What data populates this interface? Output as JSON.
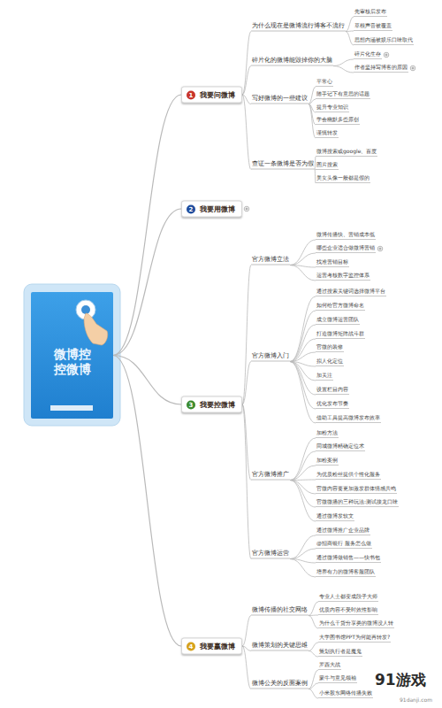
{
  "diagram": {
    "nodes": [
      {
        "text": [
          "微博控 控微博"
        ]
      },
      {
        "text": [
          "1",
          "我要问微博"
        ]
      },
      {
        "text": [
          "为什么现在是微博流行博客不流行"
        ]
      },
      {
        "text": [
          "先审核后发布"
        ]
      },
      {
        "text": [
          "草根声音被覆盖"
        ]
      },
      {
        "text": [
          "思想内涵被娱乐口味取代"
        ]
      },
      {
        "text": [
          "碎片化的微博能毁掉你的大脑"
        ]
      },
      {
        "text": [
          "碎片化生存"
        ]
      },
      {
        "text": [
          "作者坚持写博客的原因"
        ]
      },
      {
        "text": [
          "写好微博的一些建议"
        ]
      },
      {
        "text": [
          "平常心"
        ]
      },
      {
        "text": [
          "随手记下有意思的话题"
        ]
      },
      {
        "text": [
          "提升专业知识"
        ]
      },
      {
        "text": [
          "学会幽默多些原创"
        ]
      },
      {
        "text": [
          "谨慎转发"
        ]
      },
      {
        "text": [
          "查证一条微博是否为假"
        ]
      },
      {
        "text": [
          "微博搜索或google、百度"
        ]
      },
      {
        "text": [
          "图片搜索"
        ]
      },
      {
        "text": [
          "美女头像一般都是假的"
        ]
      },
      {
        "text": [
          "2",
          "我要用微博"
        ]
      },
      {
        "text": [
          "3",
          "我要控微博"
        ]
      },
      {
        "text": [
          "官方微博立法"
        ]
      },
      {
        "text": [
          "微博传播快、营销成本低"
        ]
      },
      {
        "text": [
          "哪些企业适合做微博营销"
        ]
      },
      {
        "text": [
          "找准营销目标"
        ]
      },
      {
        "text": [
          "运营考核数字监控体系"
        ]
      },
      {
        "text": [
          "官方微博入门"
        ]
      },
      {
        "text": [
          "通过搜索关键词选择微博平台"
        ]
      },
      {
        "text": [
          "如何给官方微博命名"
        ]
      },
      {
        "text": [
          "成立微博运营团队"
        ]
      },
      {
        "text": [
          "打造微博矩阵战斗群"
        ]
      },
      {
        "text": [
          "官微的装修"
        ]
      },
      {
        "text": [
          "拟人化定位"
        ]
      },
      {
        "text": [
          "加关注"
        ]
      },
      {
        "text": [
          "设置栏目内容"
        ]
      },
      {
        "text": [
          "优化发布节奏"
        ]
      },
      {
        "text": [
          "借助工具提高微博发布效率"
        ]
      },
      {
        "text": [
          "官方微博推广"
        ]
      },
      {
        "text": [
          "加粉方法"
        ]
      },
      {
        "text": [
          "同城微博精确定位术"
        ]
      },
      {
        "text": [
          "加粉案例"
        ]
      },
      {
        "text": [
          "为优质粉丝提供个性化服务"
        ]
      },
      {
        "text": [
          "官微内容要更加激发群体情感共鸣"
        ]
      },
      {
        "text": [
          "官微微播的三种玩法:测试接龙口味"
        ]
      },
      {
        "text": [
          "通过微博发软文"
        ]
      },
      {
        "text": [
          "官方微博运营"
        ]
      },
      {
        "text": [
          "通过微博推广企业品牌"
        ]
      },
      {
        "text": [
          "@招商银行 服务怎么做"
        ]
      },
      {
        "text": [
          "通过微博做销售——快书包"
        ]
      },
      {
        "text": [
          "培养有力的微博客服团队"
        ]
      },
      {
        "text": [
          "4",
          "我要赢微博"
        ]
      },
      {
        "text": [
          "微博传播的社交网络"
        ]
      },
      {
        "text": [
          "专业人士都变成段子大师"
        ]
      },
      {
        "text": [
          "优质内容不受时效性影响"
        ]
      },
      {
        "text": [
          "为什么干货分享类的微博没人转"
        ]
      },
      {
        "text": [
          "微博策划的关键思维"
        ]
      },
      {
        "text": [
          "大学图书馆PPT为何能再转发?"
        ]
      },
      {
        "text": [
          "策划执行者是魔鬼"
        ]
      },
      {
        "text": [
          "微博公关的反面案例"
        ]
      },
      {
        "text": [
          "罗西大战"
        ]
      },
      {
        "text": [
          "蒙牛与意见领袖"
        ]
      },
      {
        "text": [
          "小米股东网络传播失败"
        ]
      }
    ],
    "edges": [
      {
        "from": 0,
        "to": 1,
        "arrow": "none"
      },
      {
        "from": 0,
        "to": 19,
        "arrow": "none"
      },
      {
        "from": 0,
        "to": 20,
        "arrow": "none"
      },
      {
        "from": 0,
        "to": 50,
        "arrow": "none"
      },
      {
        "from": 1,
        "to": 2,
        "arrow": "none"
      },
      {
        "from": 1,
        "to": 6,
        "arrow": "none"
      },
      {
        "from": 1,
        "to": 9,
        "arrow": "none"
      },
      {
        "from": 1,
        "to": 15,
        "arrow": "none"
      },
      {
        "from": 2,
        "to": 3,
        "arrow": "none"
      },
      {
        "from": 2,
        "to": 4,
        "arrow": "none"
      },
      {
        "from": 2,
        "to": 5,
        "arrow": "none"
      },
      {
        "from": 6,
        "to": 7,
        "arrow": "none"
      },
      {
        "from": 6,
        "to": 8,
        "arrow": "none"
      },
      {
        "from": 9,
        "to": 10,
        "arrow": "none"
      },
      {
        "from": 9,
        "to": 11,
        "arrow": "none"
      },
      {
        "from": 9,
        "to": 12,
        "arrow": "none"
      },
      {
        "from": 9,
        "to": 13,
        "arrow": "none"
      },
      {
        "from": 9,
        "to": 14,
        "arrow": "none"
      },
      {
        "from": 15,
        "to": 16,
        "arrow": "none"
      },
      {
        "from": 15,
        "to": 17,
        "arrow": "none"
      },
      {
        "from": 15,
        "to": 18,
        "arrow": "none"
      },
      {
        "from": 20,
        "to": 21,
        "arrow": "none"
      },
      {
        "from": 20,
        "to": 26,
        "arrow": "none"
      },
      {
        "from": 20,
        "to": 37,
        "arrow": "none"
      },
      {
        "from": 20,
        "to": 45,
        "arrow": "none"
      },
      {
        "from": 21,
        "to": 22,
        "arrow": "none"
      },
      {
        "from": 21,
        "to": 23,
        "arrow": "none"
      },
      {
        "from": 21,
        "to": 24,
        "arrow": "none"
      },
      {
        "from": 21,
        "to": 25,
        "arrow": "none"
      },
      {
        "from": 26,
        "to": 27,
        "arrow": "none"
      },
      {
        "from": 26,
        "to": 28,
        "arrow": "none"
      },
      {
        "from": 26,
        "to": 29,
        "arrow": "none"
      },
      {
        "from": 26,
        "to": 30,
        "arrow": "none"
      },
      {
        "from": 26,
        "to": 31,
        "arrow": "none"
      },
      {
        "from": 26,
        "to": 32,
        "arrow": "none"
      },
      {
        "from": 26,
        "to": 33,
        "arrow": "none"
      },
      {
        "from": 26,
        "to": 34,
        "arrow": "none"
      },
      {
        "from": 26,
        "to": 35,
        "arrow": "none"
      },
      {
        "from": 26,
        "to": 36,
        "arrow": "none"
      },
      {
        "from": 37,
        "to": 38,
        "arrow": "none"
      },
      {
        "from": 37,
        "to": 39,
        "arrow": "none"
      },
      {
        "from": 37,
        "to": 40,
        "arrow": "none"
      },
      {
        "from": 37,
        "to": 41,
        "arrow": "none"
      },
      {
        "from": 37,
        "to": 42,
        "arrow": "none"
      },
      {
        "from": 37,
        "to": 43,
        "arrow": "none"
      },
      {
        "from": 37,
        "to": 44,
        "arrow": "none"
      },
      {
        "from": 45,
        "to": 46,
        "arrow": "none"
      },
      {
        "from": 45,
        "to": 47,
        "arrow": "none"
      },
      {
        "from": 45,
        "to": 48,
        "arrow": "none"
      },
      {
        "from": 45,
        "to": 49,
        "arrow": "none"
      },
      {
        "from": 50,
        "to": 51,
        "arrow": "none"
      },
      {
        "from": 50,
        "to": 55,
        "arrow": "none"
      },
      {
        "from": 50,
        "to": 58,
        "arrow": "none"
      },
      {
        "from": 51,
        "to": 52,
        "arrow": "none"
      },
      {
        "from": 51,
        "to": 53,
        "arrow": "none"
      },
      {
        "from": 51,
        "to": 54,
        "arrow": "none"
      },
      {
        "from": 55,
        "to": 56,
        "arrow": "none"
      },
      {
        "from": 55,
        "to": 57,
        "arrow": "none"
      },
      {
        "from": 58,
        "to": 59,
        "arrow": "none"
      },
      {
        "from": 58,
        "to": 60,
        "arrow": "none"
      },
      {
        "from": 58,
        "to": 61,
        "arrow": "none"
      }
    ],
    "labels": [
      "91游戏",
      "91danji.com"
    ]
  }
}
